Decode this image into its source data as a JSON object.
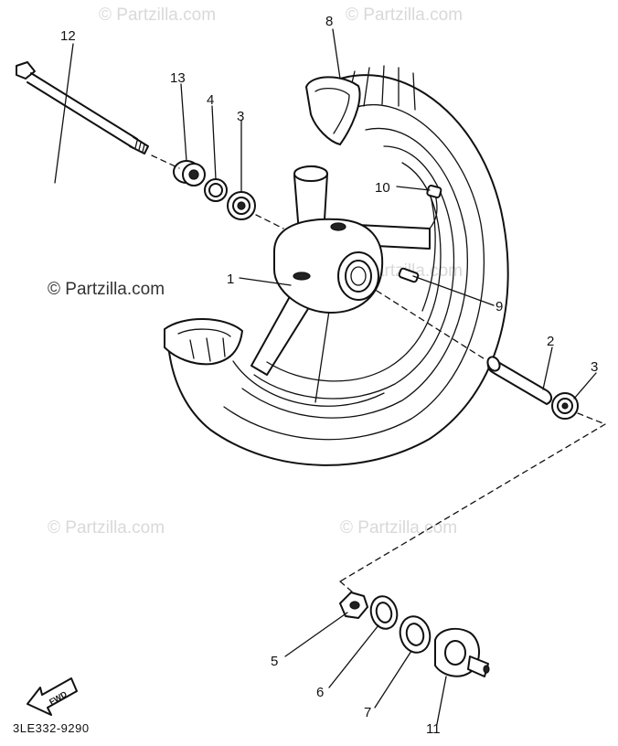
{
  "watermarks": [
    "© Partzilla.com",
    "© Partzilla.com",
    "© Partzilla.com",
    "© Partzilla.com",
    "© Partzilla.com",
    "© Partzilla.com"
  ],
  "callouts": {
    "c1": "1",
    "c2": "2",
    "c3a": "3",
    "c3b": "3",
    "c4": "4",
    "c5": "5",
    "c6": "6",
    "c7": "7",
    "c8": "8",
    "c9": "9",
    "c10": "10",
    "c11": "11",
    "c12": "12",
    "c13": "13"
  },
  "fwd_label": "FWD",
  "diagram_code": "3LE332-9290"
}
